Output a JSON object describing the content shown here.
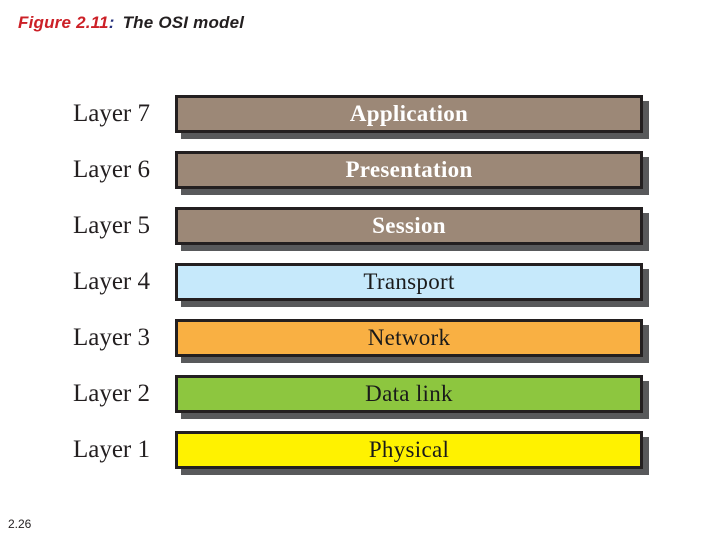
{
  "title": {
    "figure_label": "Figure 2.11",
    "colon": ":",
    "figure_name": "The OSI model"
  },
  "footer": {
    "page_number": "2.26"
  },
  "colors": {
    "figure_label_red": "#cc2027",
    "colon_navy": "#26317d",
    "title_black": "#231f20",
    "bar_border": "#231f20",
    "bar_shadow": "#58595b",
    "upper_layer_brown": "#9c8877",
    "transport_blue": "#c6e9fb",
    "network_orange": "#f9b043",
    "datalink_green": "#8dc63f",
    "physical_yellow": "#fff200"
  },
  "layers": [
    {
      "label": "Layer 7",
      "name": "Application",
      "fill": "#9c8877",
      "text_color": "#ffffff",
      "bold": true
    },
    {
      "label": "Layer 6",
      "name": "Presentation",
      "fill": "#9c8877",
      "text_color": "#ffffff",
      "bold": true
    },
    {
      "label": "Layer 5",
      "name": "Session",
      "fill": "#9c8877",
      "text_color": "#ffffff",
      "bold": true
    },
    {
      "label": "Layer 4",
      "name": "Transport",
      "fill": "#c6e9fb",
      "text_color": "#1a1a1a",
      "bold": false
    },
    {
      "label": "Layer 3",
      "name": "Network",
      "fill": "#f9b043",
      "text_color": "#1a1a1a",
      "bold": false
    },
    {
      "label": "Layer 2",
      "name": "Data link",
      "fill": "#8dc63f",
      "text_color": "#1a1a1a",
      "bold": false
    },
    {
      "label": "Layer 1",
      "name": "Physical",
      "fill": "#fff200",
      "text_color": "#1a1a1a",
      "bold": false
    }
  ]
}
